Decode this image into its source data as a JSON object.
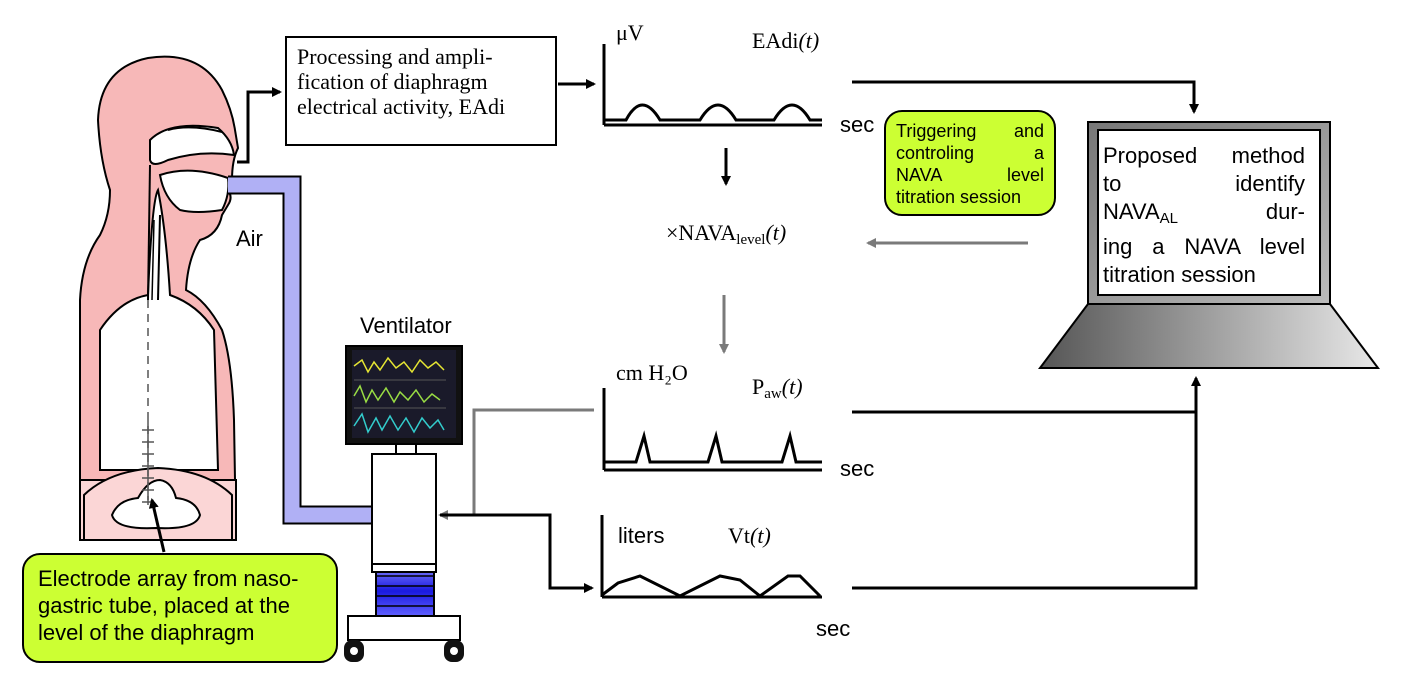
{
  "process": {
    "line1": "Processing and ampli-",
    "line2": "fication of diaphragm",
    "line3": "electrical activity, EAdi"
  },
  "eadi_plot": {
    "y_unit": "μV",
    "signal_name": "EAdi",
    "signal_arg": "(t)",
    "x_unit": "sec"
  },
  "trigger_box": {
    "line1": "Triggering and",
    "line2": "controling a",
    "line3": "NAVA level",
    "line4": "titration session"
  },
  "multiplier": {
    "prefix": "×NAVA",
    "subscript": "level",
    "arg": "(t)"
  },
  "computer": {
    "line1": "Proposed method",
    "line2": "to identify",
    "line3_main": "NAVA",
    "line3_sub": "AL",
    "line3_tail": "dur-",
    "line4": "ing a NAVA level",
    "line5": "titration session"
  },
  "paw_plot": {
    "y_unit": "cm H₂O",
    "signal_main": "P",
    "signal_sub": "aw",
    "signal_arg": "(t)",
    "x_unit": "sec"
  },
  "vt_plot": {
    "y_unit": "liters",
    "signal_name": "Vt",
    "signal_arg": "(t)",
    "x_unit": "sec"
  },
  "ventilator_label": "Ventilator",
  "air_label": "Air",
  "electrode_box": {
    "line1": "Electrode array from naso-",
    "line2": "gastric tube, placed at the",
    "line3": "level of the diaphragm"
  },
  "colors": {
    "body": "#f7b8b8",
    "tube": "#b0b0f5",
    "green_box": "#ccff33",
    "grey_arrow": "#7a7a7a",
    "bellows": "#3a3ae8"
  }
}
